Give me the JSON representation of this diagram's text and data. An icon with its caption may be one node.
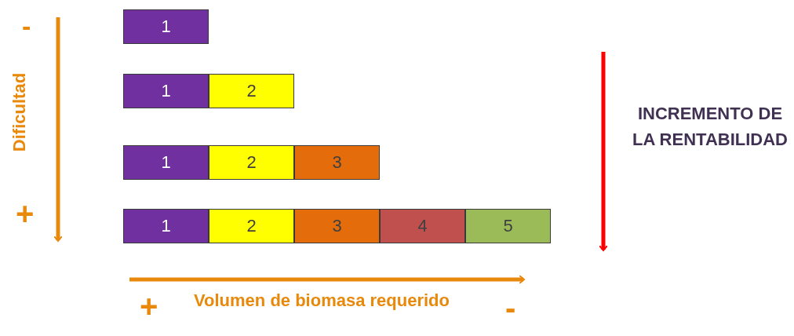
{
  "diagram": {
    "nodes": [
      {
        "text": [
          "1"
        ]
      },
      {
        "text": [
          "1"
        ]
      },
      {
        "text": [
          "2"
        ]
      },
      {
        "text": [
          "1"
        ]
      },
      {
        "text": [
          "2"
        ]
      },
      {
        "text": [
          "3"
        ]
      },
      {
        "text": [
          "1"
        ]
      },
      {
        "text": [
          "2"
        ]
      },
      {
        "text": [
          "3"
        ]
      },
      {
        "text": [
          "4"
        ]
      },
      {
        "text": [
          "5"
        ]
      }
    ],
    "labels": [
      "-",
      "Dificultad",
      "+",
      "INCREMENTO DE LA RENTABILIDAD",
      "+",
      "Volumen de biomasa requerido",
      "-"
    ]
  }
}
